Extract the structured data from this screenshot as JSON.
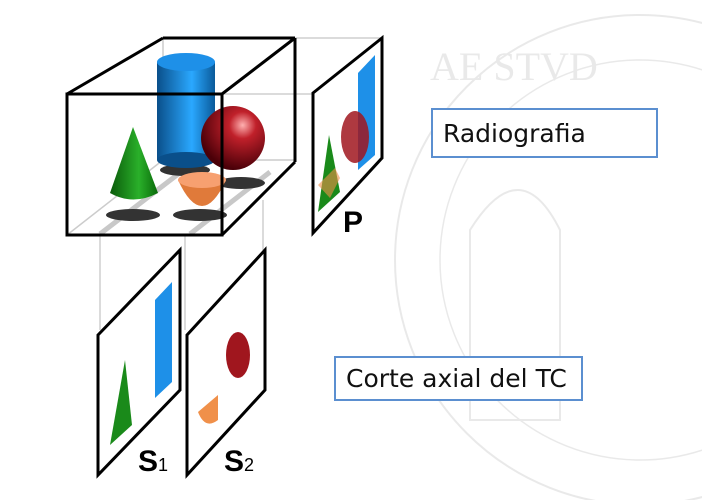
{
  "labels": {
    "projection": "P",
    "slice1_main": "S",
    "slice1_sub": "1",
    "slice2_main": "S",
    "slice2_sub": "2"
  },
  "captions": {
    "radiography": "Radiografia",
    "ct_axial": "Corte axial del TC"
  },
  "watermark_text": "AE STVD",
  "colors": {
    "cylinder": "#1e90e8",
    "sphere": "#a0161e",
    "cone": "#1a8a1a",
    "hemisphere": "#f0904a",
    "caption_border": "#5b8fd0"
  }
}
